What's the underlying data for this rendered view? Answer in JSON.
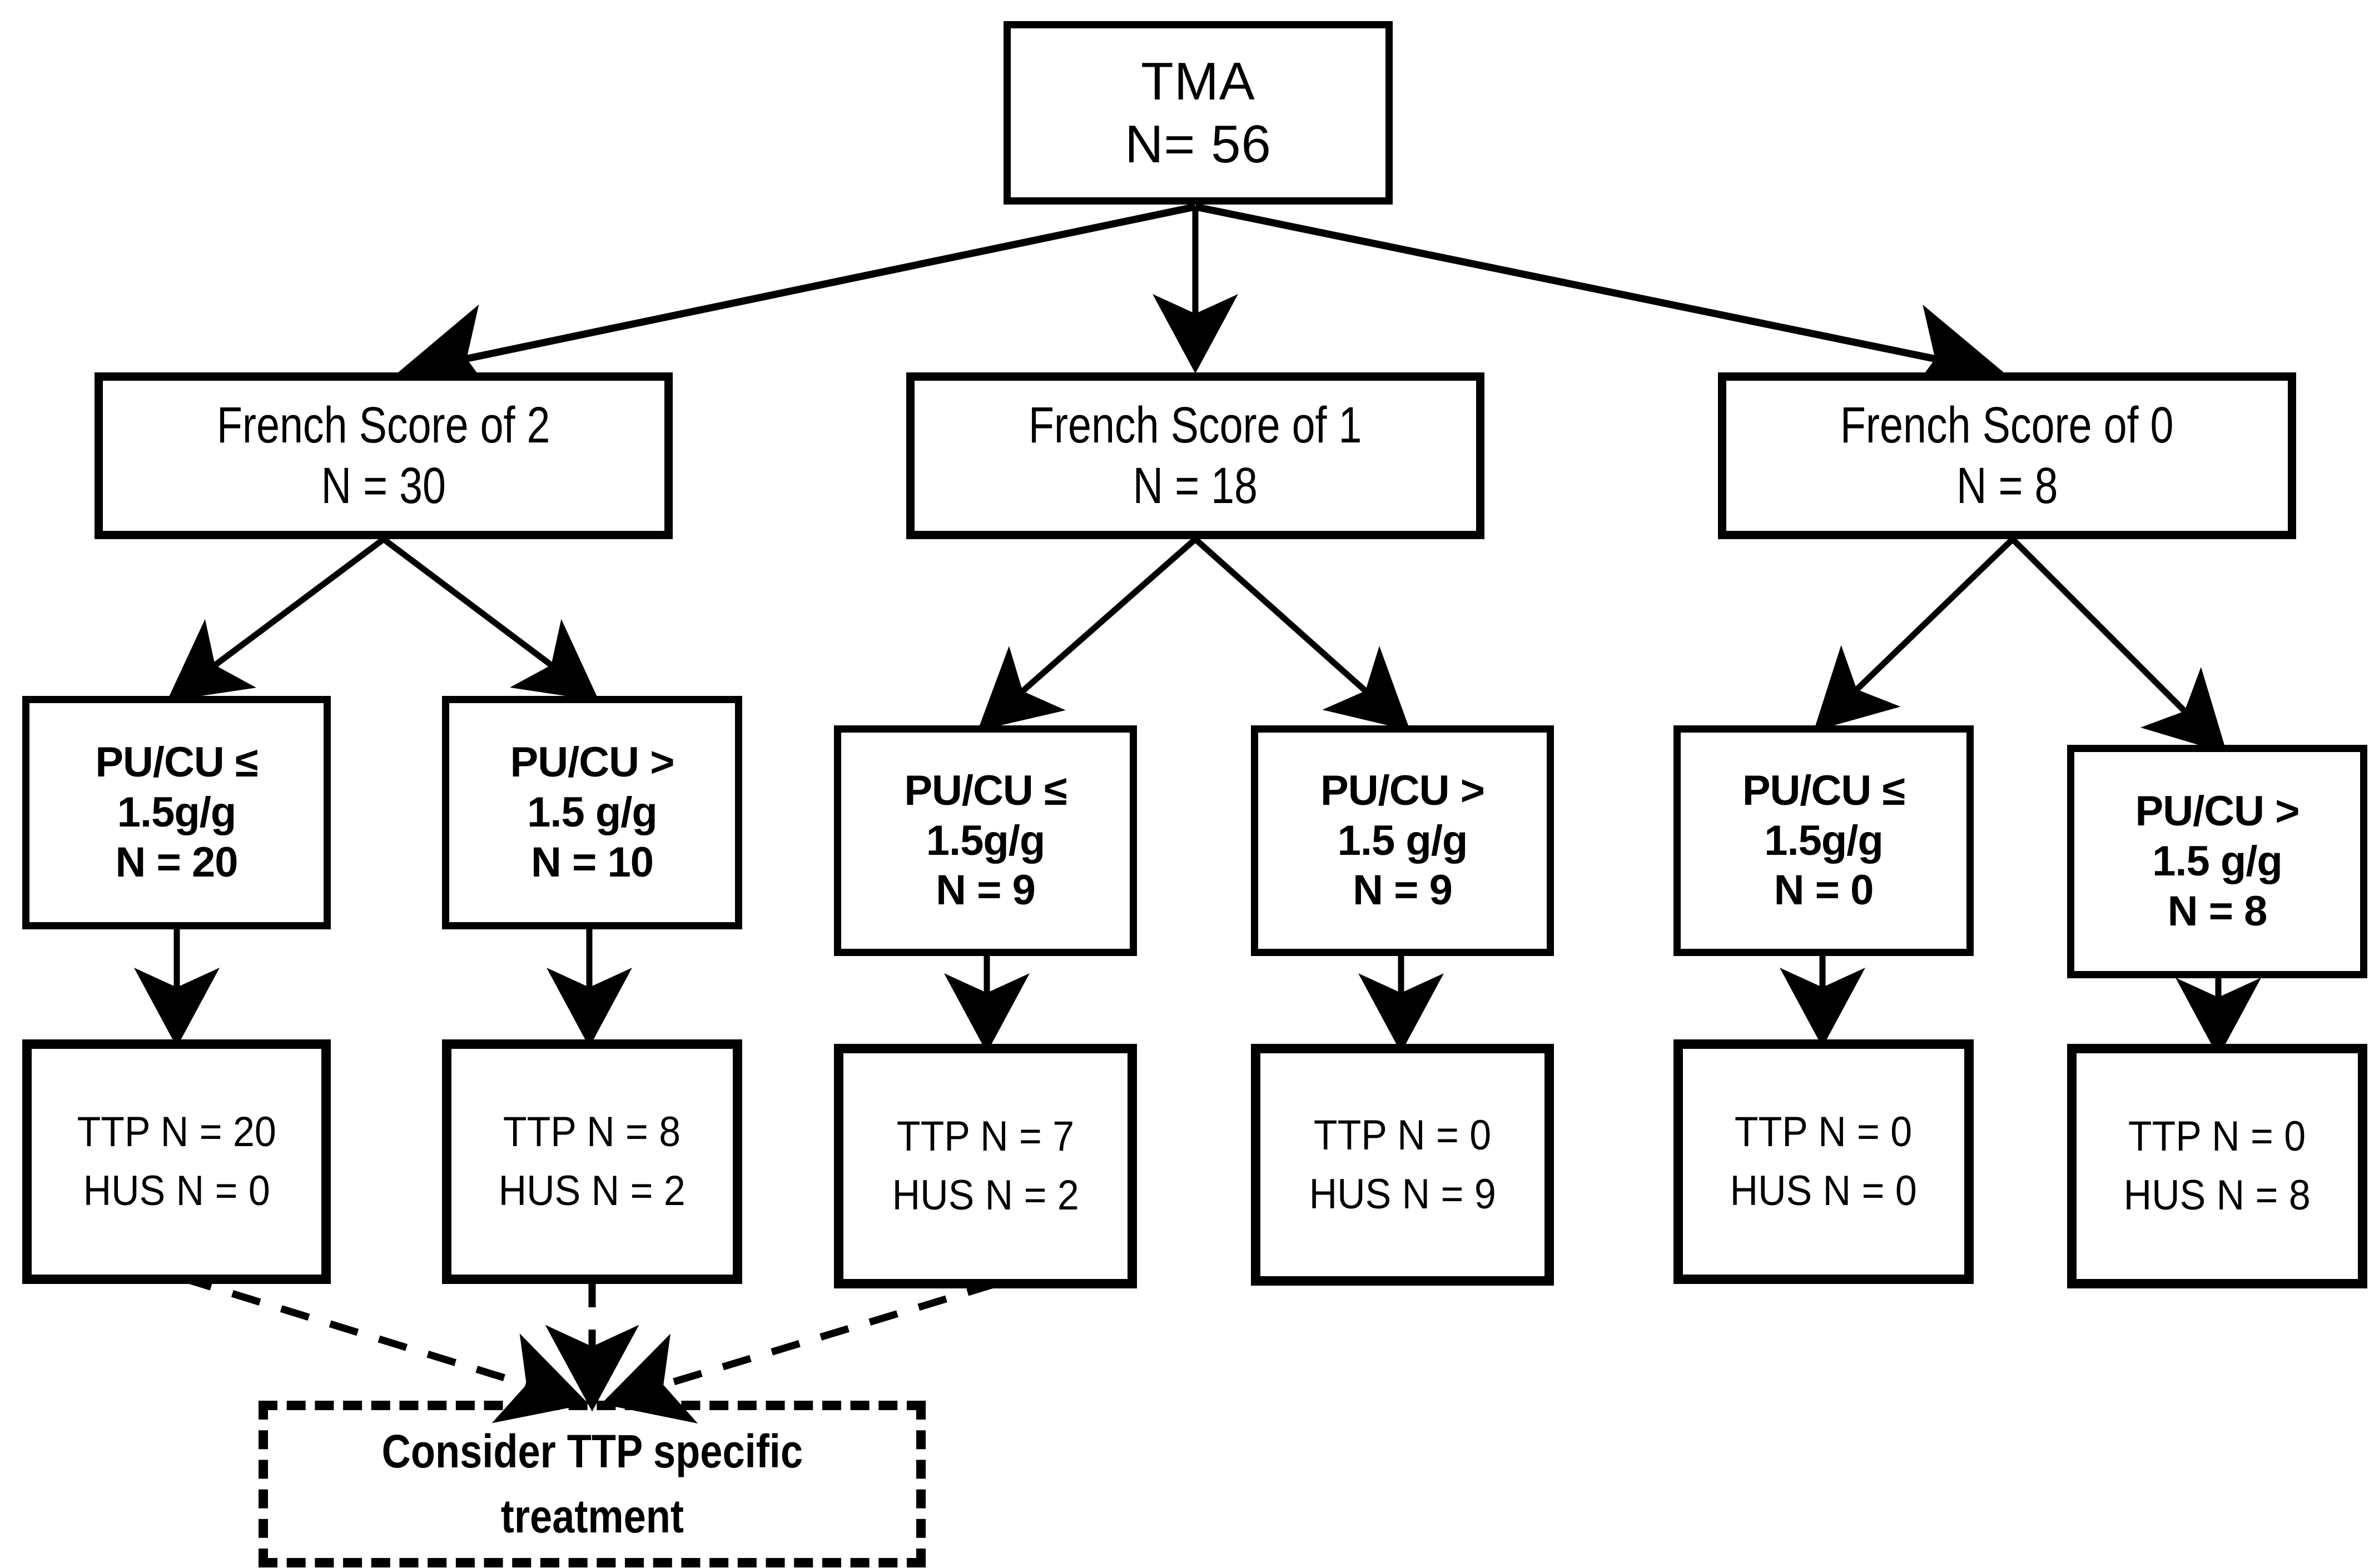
{
  "diagram": {
    "title": "TMA diagnostic algorithm flowchart",
    "colors": {
      "stroke": "#000000",
      "fill": "#ffffff",
      "text": "#000000"
    }
  },
  "root": {
    "label": "TMA",
    "count": "N= 56"
  },
  "scores": [
    {
      "label": "French Score of 2",
      "count": "N = 30"
    },
    {
      "label": "French Score of 1",
      "count": "N = 18"
    },
    {
      "label": "French Score of 0",
      "count": "N = 8"
    }
  ],
  "ratios": [
    {
      "comparator": "PU/CU ≤",
      "threshold": "1.5g/g",
      "count": "N = 20"
    },
    {
      "comparator": "PU/CU >",
      "threshold": "1.5 g/g",
      "count": "N = 10"
    },
    {
      "comparator": "PU/CU ≤",
      "threshold": "1.5g/g",
      "count": "N = 9"
    },
    {
      "comparator": "PU/CU >",
      "threshold": "1.5 g/g",
      "count": "N = 9"
    },
    {
      "comparator": "PU/CU ≤",
      "threshold": "1.5g/g",
      "count": "N = 0"
    },
    {
      "comparator": "PU/CU >",
      "threshold": "1.5 g/g",
      "count": "N = 8"
    }
  ],
  "outcomes": [
    {
      "ttp": "TTP N = 20",
      "hus": "HUS N = 0"
    },
    {
      "ttp": "TTP N = 8",
      "hus": "HUS N = 2"
    },
    {
      "ttp": "TTP N = 7",
      "hus": "HUS N = 2"
    },
    {
      "ttp": "TTP N = 0",
      "hus": "HUS N = 9"
    },
    {
      "ttp": "TTP N = 0",
      "hus": "HUS N = 0"
    },
    {
      "ttp": "TTP N = 0",
      "hus": "HUS N = 8"
    }
  ],
  "advice": {
    "line1": "Consider TTP specific",
    "line2": "treatment"
  }
}
